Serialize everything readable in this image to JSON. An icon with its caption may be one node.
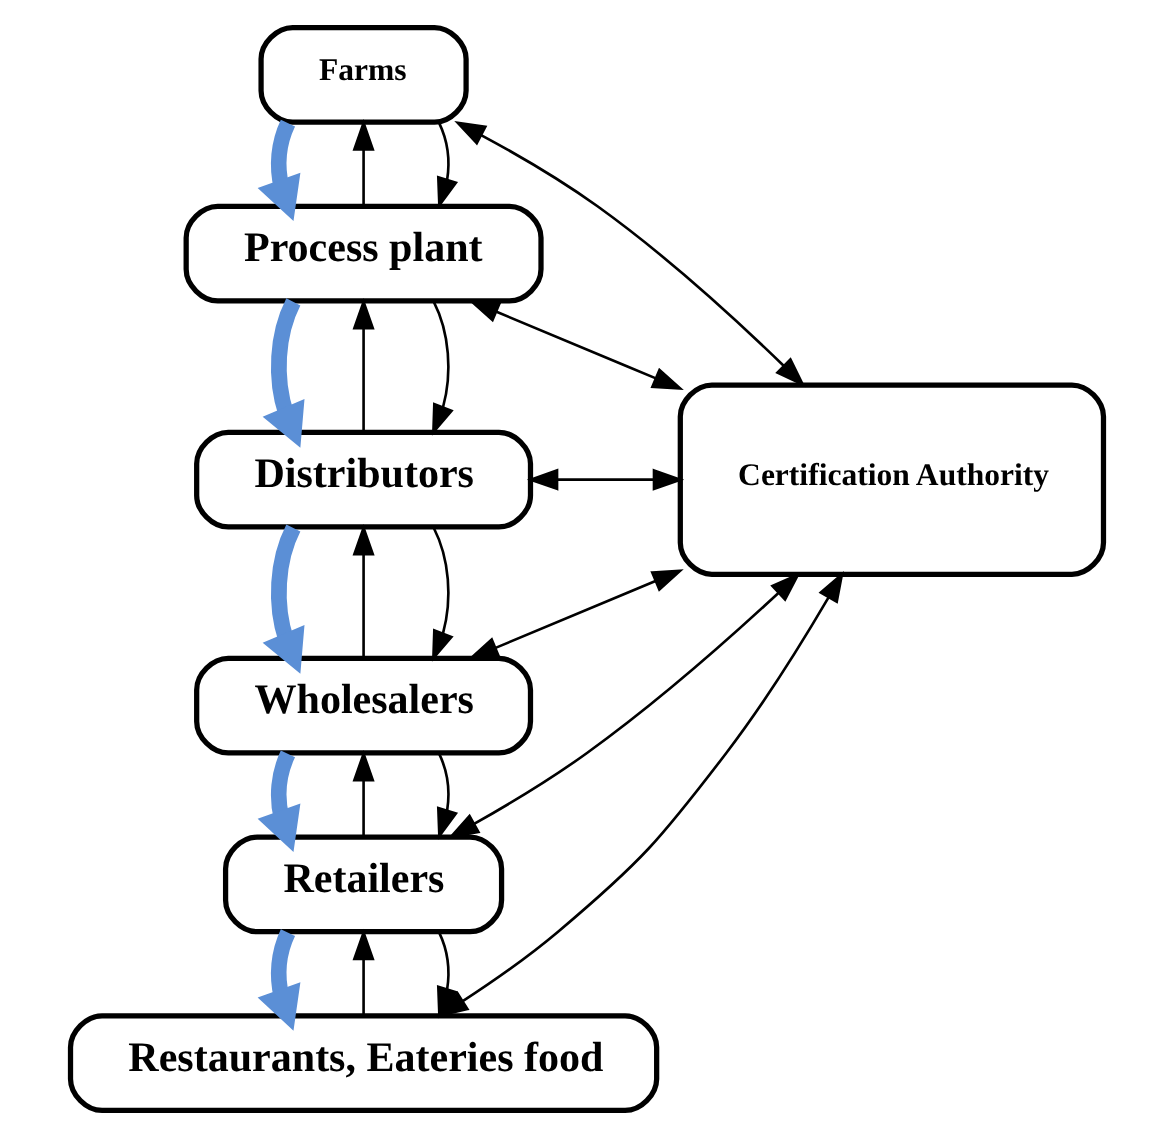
{
  "diagram": {
    "nodes": [
      {
        "text": [
          "Farms"
        ]
      },
      {
        "text": [
          "Process plant"
        ]
      },
      {
        "text": [
          "Distributors"
        ]
      },
      {
        "text": [
          "Wholesalers"
        ]
      },
      {
        "text": [
          "Retailers"
        ]
      },
      {
        "text": [
          "Restaurants, Eateries food"
        ]
      },
      {
        "text": [
          "Certification Authority"
        ]
      }
    ],
    "edges": [
      {
        "from": 1,
        "to": 0,
        "arrow": "to"
      },
      {
        "from": 0,
        "to": 1,
        "arrow": "to",
        "style": "thick",
        "color": "#5b8fd6"
      },
      {
        "from": 0,
        "to": 1,
        "arrow": "to"
      },
      {
        "from": 2,
        "to": 1,
        "arrow": "to"
      },
      {
        "from": 1,
        "to": 2,
        "arrow": "to",
        "style": "thick",
        "color": "#5b8fd6"
      },
      {
        "from": 1,
        "to": 2,
        "arrow": "to"
      },
      {
        "from": 3,
        "to": 2,
        "arrow": "to"
      },
      {
        "from": 2,
        "to": 3,
        "arrow": "to",
        "style": "thick",
        "color": "#5b8fd6"
      },
      {
        "from": 2,
        "to": 3,
        "arrow": "to"
      },
      {
        "from": 4,
        "to": 3,
        "arrow": "to"
      },
      {
        "from": 3,
        "to": 4,
        "arrow": "to",
        "style": "thick",
        "color": "#5b8fd6"
      },
      {
        "from": 3,
        "to": 4,
        "arrow": "to"
      },
      {
        "from": 5,
        "to": 4,
        "arrow": "to"
      },
      {
        "from": 4,
        "to": 5,
        "arrow": "to",
        "style": "thick",
        "color": "#5b8fd6"
      },
      {
        "from": 4,
        "to": 5,
        "arrow": "to"
      },
      {
        "from": 0,
        "to": 6,
        "arrow": "both"
      },
      {
        "from": 1,
        "to": 6,
        "arrow": "both"
      },
      {
        "from": 2,
        "to": 6,
        "arrow": "both"
      },
      {
        "from": 3,
        "to": 6,
        "arrow": "both"
      },
      {
        "from": 4,
        "to": 6,
        "arrow": "both"
      },
      {
        "from": 5,
        "to": 6,
        "arrow": "both"
      }
    ]
  }
}
